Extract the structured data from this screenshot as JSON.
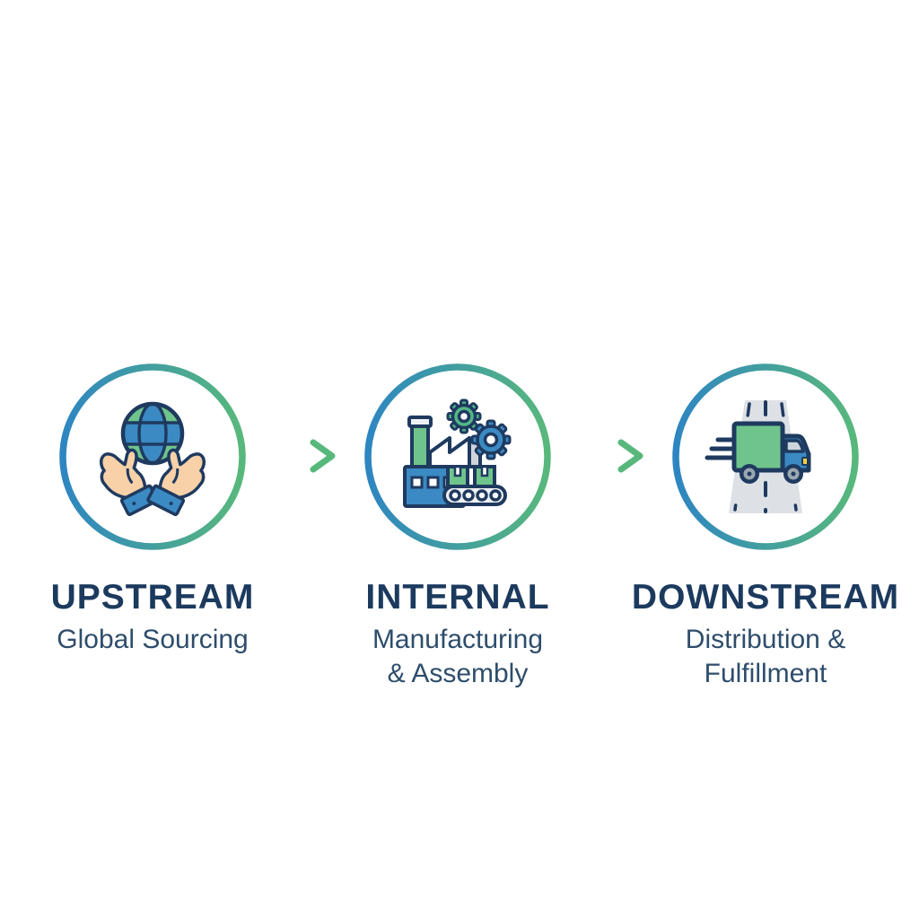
{
  "diagram": {
    "type": "process-flow",
    "background": "#ffffff",
    "colors": {
      "ring_gradient_start": "#2e86c1",
      "ring_gradient_end": "#58b87c",
      "arrow_gradient_start": "#2e86c1",
      "arrow_gradient_end": "#58b87c",
      "heading_text": "#1c3a5e",
      "subtitle_text": "#2e4d6b",
      "outline_navy": "#1f3a5f",
      "icon_blue": "#3b8ac4",
      "icon_green": "#6fc48c",
      "hand_skin": "#f8d1a8",
      "road_gray": "#dde1e6",
      "headlight_yellow": "#f4d03f"
    },
    "stages": [
      {
        "id": "upstream",
        "heading": "UPSTREAM",
        "subtitle": "Global Sourcing",
        "subtitle_lines": [
          "Global Sourcing"
        ],
        "icon": "hands-globe-icon"
      },
      {
        "id": "internal",
        "heading": "INTERNAL",
        "subtitle": "Manufacturing & Assembly",
        "subtitle_lines": [
          "Manufacturing",
          "& Assembly"
        ],
        "icon": "factory-gears-icon"
      },
      {
        "id": "downstream",
        "heading": "DOWNSTREAM",
        "subtitle": "Distribution & Fulfillment",
        "subtitle_lines": [
          "Distribution &",
          "Fulfillment"
        ],
        "icon": "delivery-truck-icon"
      }
    ],
    "connectors": [
      {
        "from": "upstream",
        "to": "internal",
        "shape": "arrow-right"
      },
      {
        "from": "internal",
        "to": "downstream",
        "shape": "arrow-right"
      }
    ]
  }
}
